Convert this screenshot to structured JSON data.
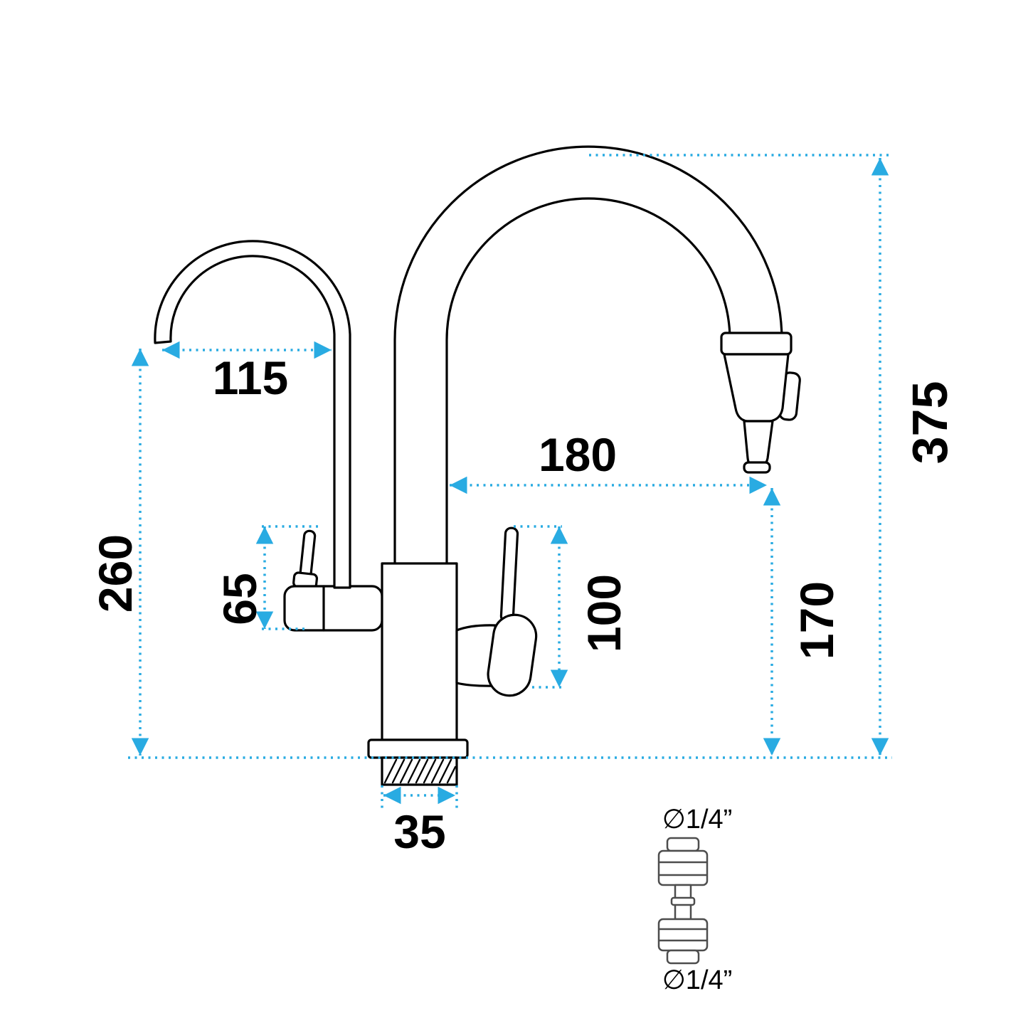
{
  "diagram": {
    "type": "technical-dimension-drawing",
    "subject": "kitchen-mixer-faucet-with-filter-spout-and-pull-out-spray",
    "colors": {
      "dimension_line": "#29ABE2",
      "outline": "#000000",
      "fitting_outline": "#4D4D4D",
      "background": "#FFFFFF"
    },
    "dimensions": {
      "small_spout_reach": "115",
      "main_spout_reach": "180",
      "overall_height": "375",
      "small_spout_height": "260",
      "filter_handle_height": "65",
      "mixer_handle_height": "100",
      "outlet_height": "170",
      "base_thread_width": "35"
    },
    "fitting": {
      "top_label": "∅1/4”",
      "bottom_label": "∅1/4”"
    }
  }
}
